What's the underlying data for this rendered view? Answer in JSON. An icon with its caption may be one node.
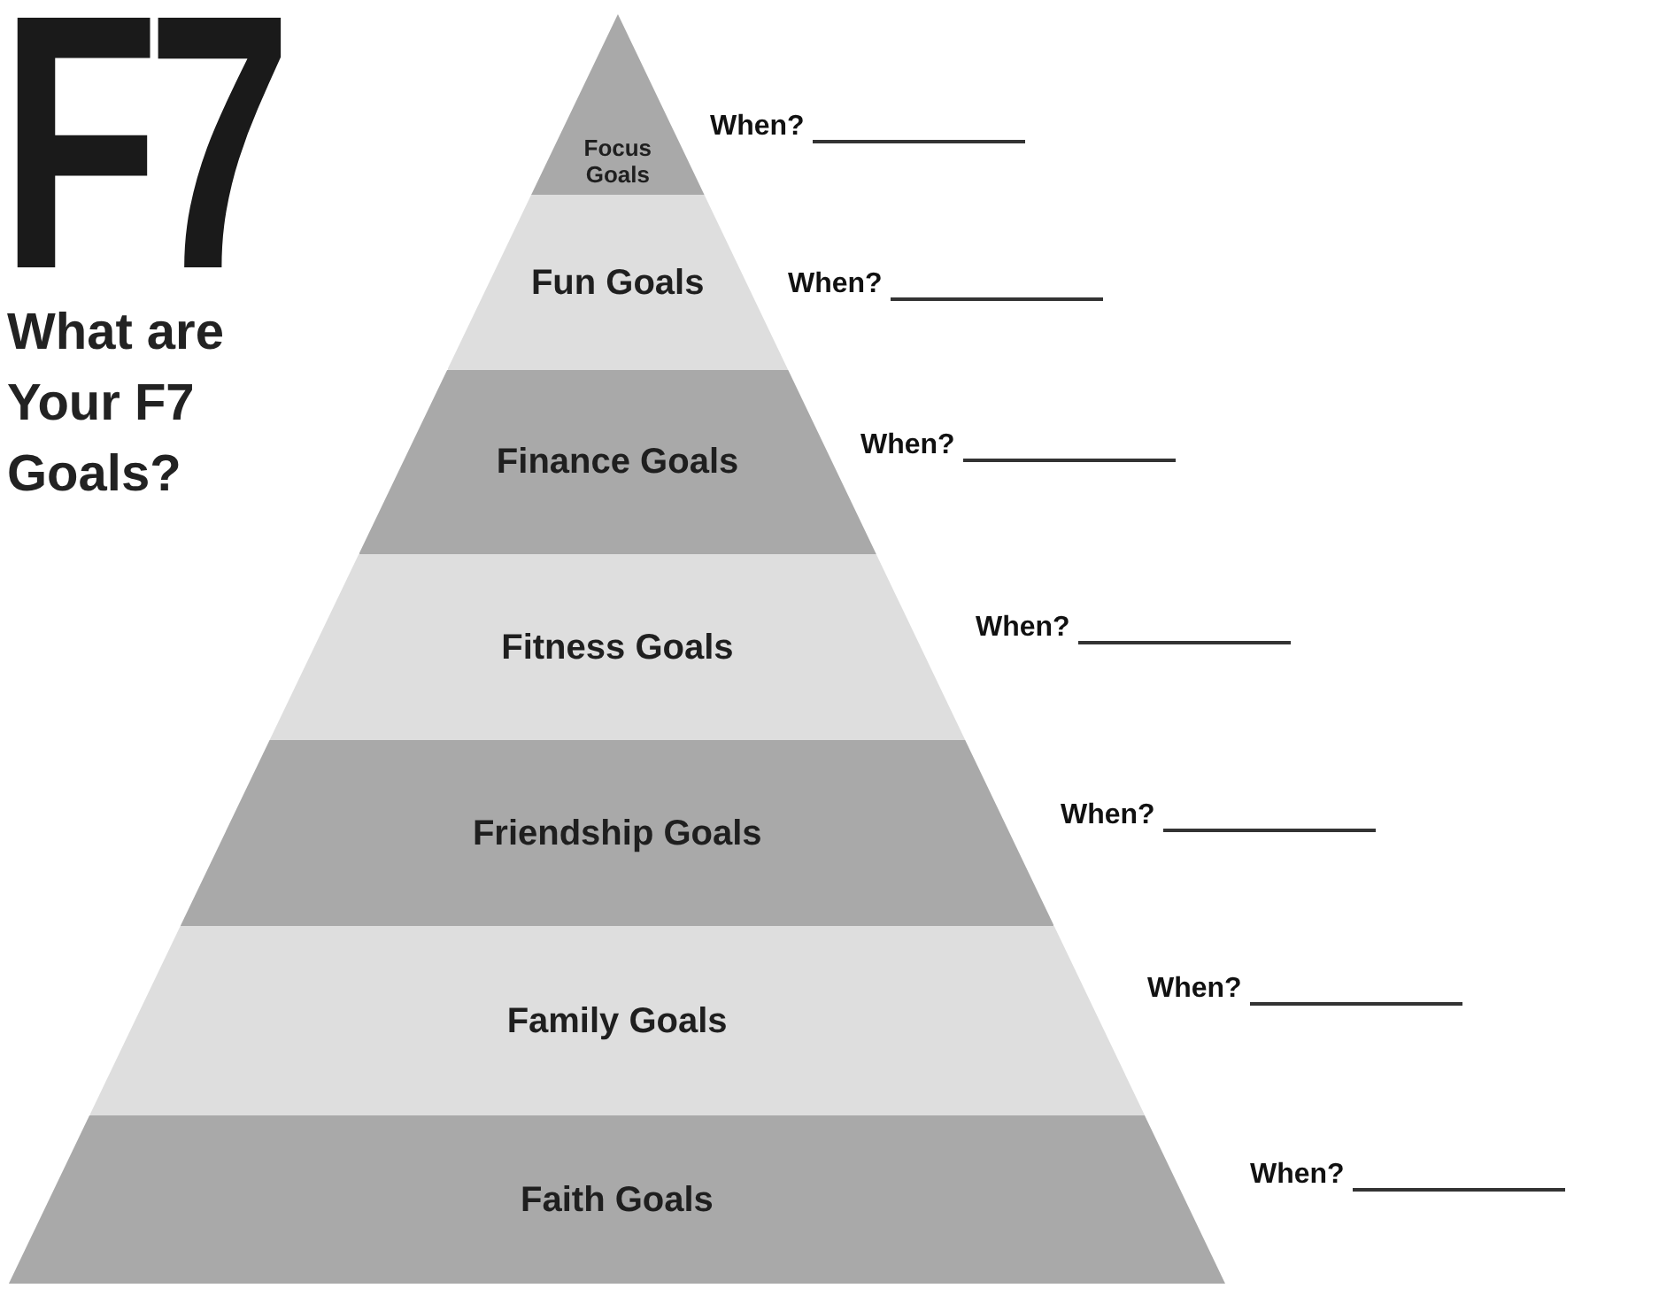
{
  "diagram": {
    "title": "F7",
    "nodes": [
      {
        "text": [
          "Focus Goals"
        ],
        "beside": [
          "When?"
        ]
      },
      {
        "text": [
          "Fun Goals"
        ],
        "beside": [
          "When?"
        ]
      },
      {
        "text": [
          "Finance Goals"
        ],
        "beside": [
          "When?"
        ]
      },
      {
        "text": [
          "Fitness Goals"
        ],
        "beside": [
          "When?"
        ]
      },
      {
        "text": [
          "Friendship Goals"
        ],
        "beside": [
          "When?"
        ]
      },
      {
        "text": [
          "Family Goals"
        ],
        "beside": [
          "When?"
        ]
      },
      {
        "text": [
          "Faith Goals"
        ],
        "beside": [
          "When?"
        ]
      }
    ],
    "edges": [],
    "labels": [
      "What are Your F7 Goals?"
    ]
  }
}
